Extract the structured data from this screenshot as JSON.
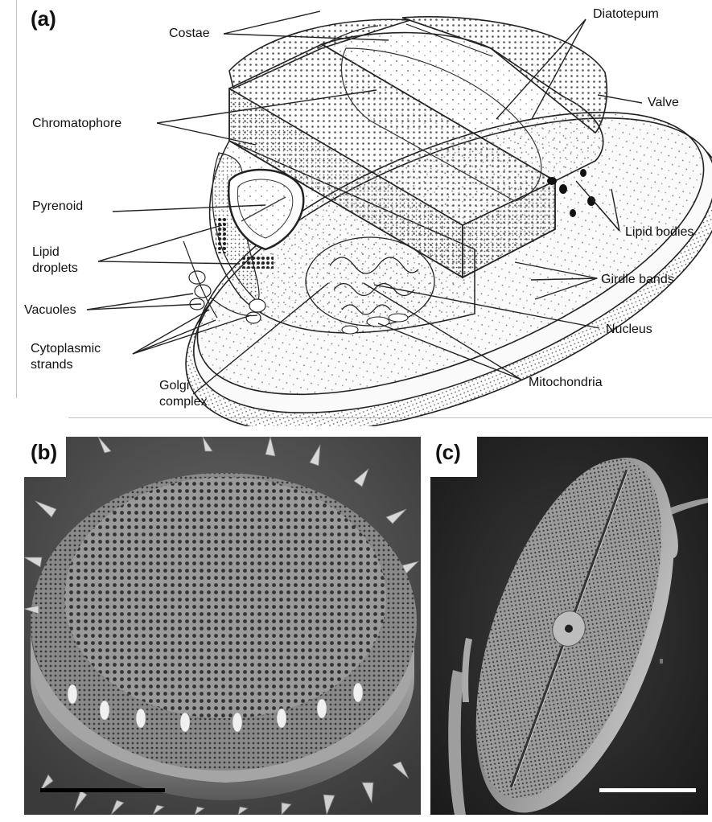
{
  "panels": {
    "a": {
      "label": "(a)"
    },
    "b": {
      "label": "(b)"
    },
    "c": {
      "label": "(c)"
    }
  },
  "labels": {
    "costae": "Costae",
    "diatotepum": "Diatotepum",
    "valve": "Valve",
    "chromatophore": "Chromatophore",
    "pyrenoid": "Pyrenoid",
    "lipid_bodies": "Lipid bodies",
    "lipid_droplets": "Lipid\ndroplets",
    "girdle_bands": "Girdle bands",
    "vacuoles": "Vacuoles",
    "nucleus": "Nucleus",
    "cytoplasmic_strands": "Cytoplasmic\nstrands",
    "golgi_complex": "Golgi\ncomplex",
    "mitochondria": "Mitochondria"
  },
  "colors": {
    "scalebar_b": "#000000",
    "scalebar_c": "#ffffff",
    "sem_background": "#2a2a2a"
  }
}
